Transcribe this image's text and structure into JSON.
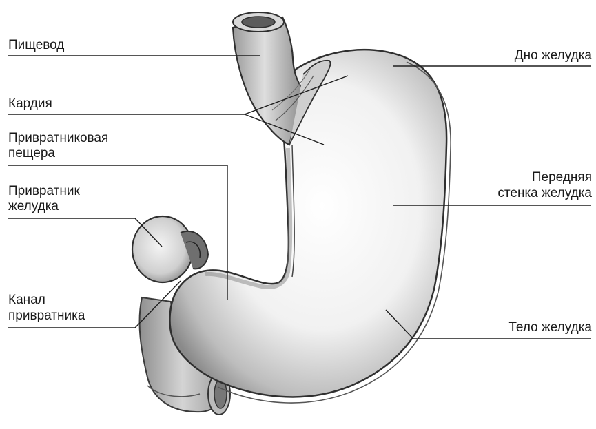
{
  "labels": {
    "esophagus": "Пищевод",
    "cardia": "Кардия",
    "pyloric_antrum_line1": "Привратниковая",
    "pyloric_antrum_line2": "пещера",
    "pylorus_line1": "Привратник",
    "pylorus_line2": "желудка",
    "pyloric_canal_line1": "Канал",
    "pyloric_canal_line2": "привратника",
    "fundus": "Дно желудка",
    "anterior_wall_line1": "Передняя",
    "anterior_wall_line2": "стенка желудка",
    "body": "Тело желудка"
  }
}
